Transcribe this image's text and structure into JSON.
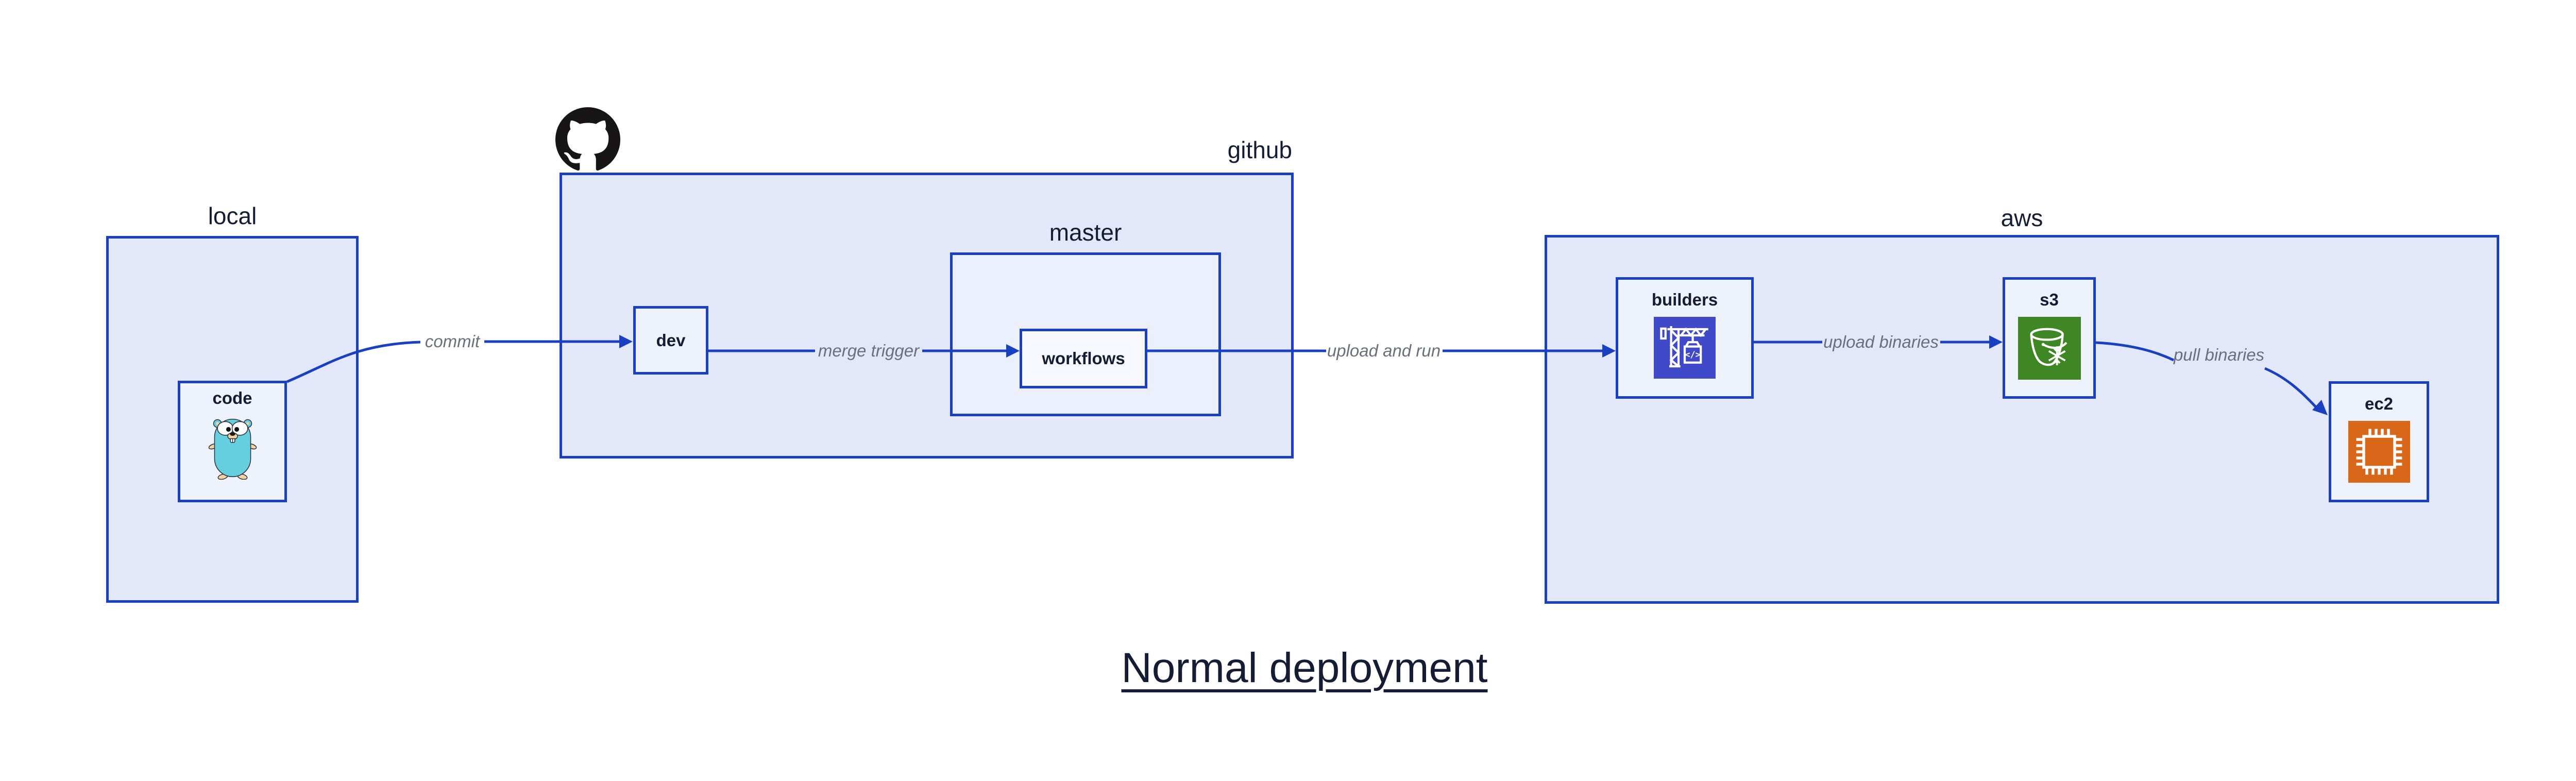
{
  "title": "Normal deployment",
  "groups": {
    "local": {
      "label": "local"
    },
    "github": {
      "label": "github"
    },
    "master": {
      "label": "master"
    },
    "aws": {
      "label": "aws"
    }
  },
  "nodes": {
    "code": {
      "label": "code",
      "icon": "go-gopher"
    },
    "dev": {
      "label": "dev"
    },
    "workflows": {
      "label": "workflows"
    },
    "builders": {
      "label": "builders",
      "icon": "codebuild-crane"
    },
    "s3": {
      "label": "s3",
      "icon": "s3-glacier-bucket"
    },
    "ec2": {
      "label": "ec2",
      "icon": "ec2-chip"
    }
  },
  "edges": [
    {
      "label": "commit",
      "from": "code",
      "to": "dev"
    },
    {
      "label": "merge trigger",
      "from": "dev",
      "to": "workflows"
    },
    {
      "label": "upload and run",
      "from": "workflows",
      "to": "builders"
    },
    {
      "label": "upload binaries",
      "from": "builders",
      "to": "s3"
    },
    {
      "label": "pull binaries",
      "from": "s3",
      "to": "ec2"
    }
  ],
  "icons": {
    "logo": "github-octocat-mark"
  },
  "colors": {
    "pageBg": "#ffffff",
    "accent": "#1a40c2",
    "ink": "#151d35",
    "edgeLabel": "#6a6f7c",
    "groupFill": "#e2e8fa",
    "nodeFill": "#eef2fd",
    "masterFill": "#ebeffc",
    "workflowsFill": "#f6f8fe",
    "codebuild": "#4049c8",
    "s3Green": "#3f8624",
    "ec2Orange": "#d9671a",
    "gopherTeal": "#65cfe0",
    "gopherTan": "#f6d2a2",
    "octocat": "#171515"
  }
}
